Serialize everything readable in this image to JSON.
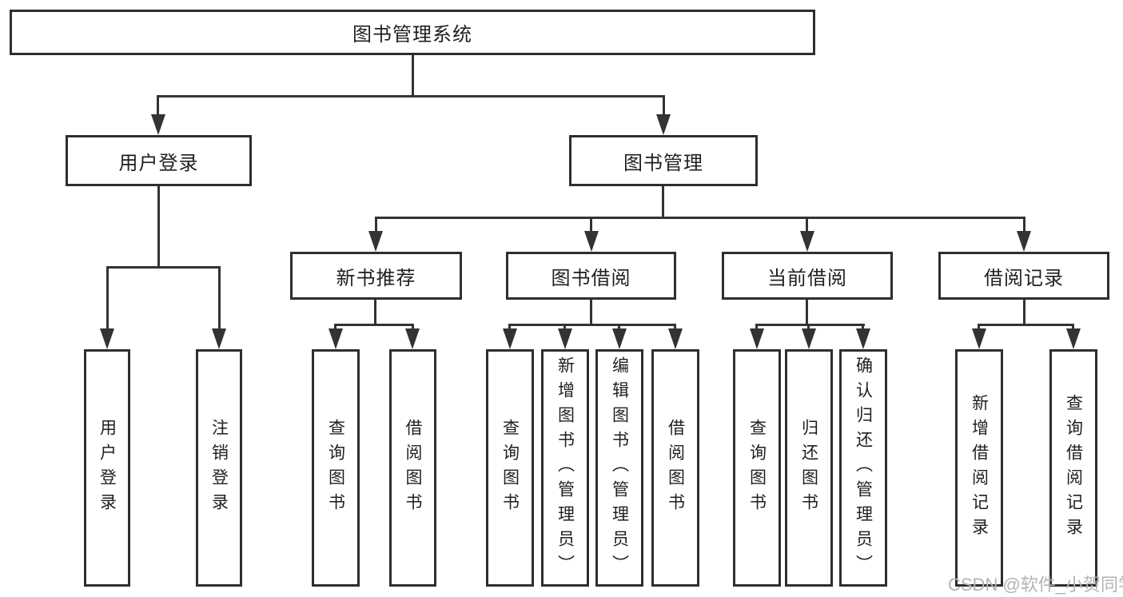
{
  "diagram": {
    "root": {
      "label": "图书管理系统"
    },
    "l2": [
      {
        "label": "用户登录"
      },
      {
        "label": "图书管理"
      }
    ],
    "l3": [
      {
        "label": "新书推荐"
      },
      {
        "label": "图书借阅"
      },
      {
        "label": "当前借阅"
      },
      {
        "label": "借阅记录"
      }
    ],
    "leaves": {
      "userLogin": [
        {
          "label": "用户登录"
        },
        {
          "label": "注销登录"
        }
      ],
      "newBooks": [
        {
          "label": "查询图书"
        },
        {
          "label": "借阅图书"
        }
      ],
      "borrow": [
        {
          "label": "查询图书"
        },
        {
          "label": "新增图书（管理员）"
        },
        {
          "label": "编辑图书（管理员）"
        },
        {
          "label": "借阅图书"
        }
      ],
      "current": [
        {
          "label": "查询图书"
        },
        {
          "label": "归还图书"
        },
        {
          "label": "确认归还（管理员）"
        }
      ],
      "records": [
        {
          "label": "新增借阅记录"
        },
        {
          "label": "查询借阅记录"
        }
      ]
    }
  },
  "watermark": "CSDN @软件_小贺同学",
  "colors": {
    "line": "#333333",
    "border": "#2e2e2e",
    "text": "#1f1f1f",
    "watermark": "#b3b3b3",
    "background": "#ffffff"
  }
}
